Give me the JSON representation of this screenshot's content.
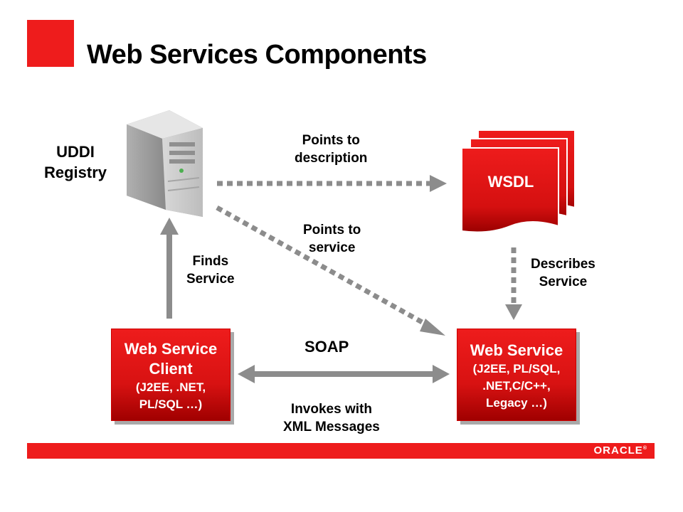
{
  "page": {
    "title": "Web Services Components"
  },
  "nodes": {
    "uddi": {
      "label_lines": [
        "UDDI",
        "Registry"
      ]
    },
    "wsdl": {
      "label": "WSDL"
    },
    "client": {
      "line1": "Web Service",
      "line2": "Client",
      "line3": "(J2EE, .NET,",
      "line4": "PL/SQL …)"
    },
    "service": {
      "line1": "Web Service",
      "line2": "(J2EE, PL/SQL,",
      "line3": ".NET,C/C++,",
      "line4": "Legacy …)"
    }
  },
  "edges": {
    "points_to_description": {
      "lines": [
        "Points to",
        "description"
      ]
    },
    "points_to_service": {
      "lines": [
        "Points to",
        "service"
      ]
    },
    "finds_service": {
      "lines": [
        "Finds",
        "Service"
      ]
    },
    "describes_service": {
      "lines": [
        "Describes",
        "Service"
      ]
    },
    "soap": {
      "label": "SOAP"
    },
    "invokes": {
      "lines": [
        "Invokes with",
        "XML Messages"
      ]
    }
  },
  "footer": {
    "brand": "ORACLE"
  },
  "colors": {
    "accent": "#ee1c1c",
    "arrow": "#8c8c8c",
    "shadow": "#a9a9a9"
  }
}
